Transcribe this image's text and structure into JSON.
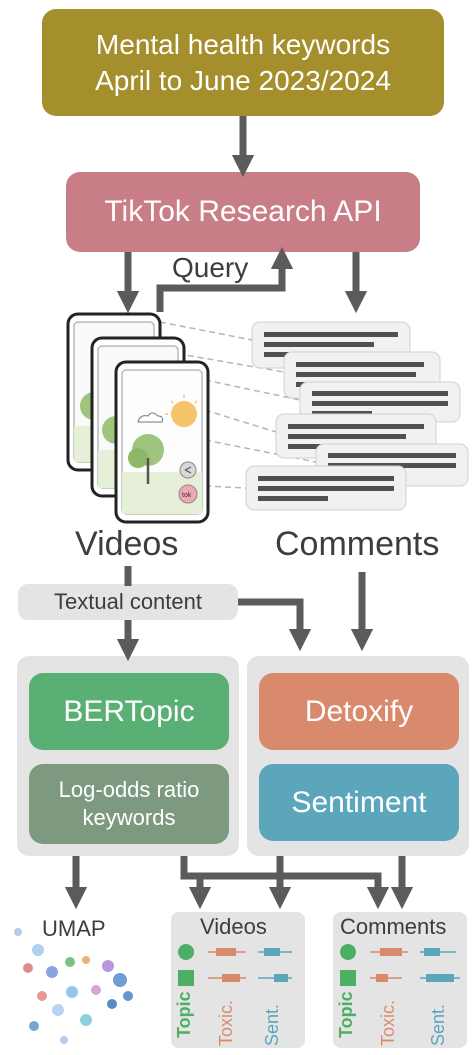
{
  "keywords_box": {
    "line1": "Mental health keywords",
    "line2": "April to June 2023/2024"
  },
  "api_box": {
    "label": "TikTok Research API"
  },
  "query_label": "Query",
  "videos_label": "Videos",
  "comments_label": "Comments",
  "textual_content_label": "Textual content",
  "bertopic_box": {
    "label": "BERTopic"
  },
  "logodds_box": {
    "line1": "Log-odds ratio",
    "line2": "keywords"
  },
  "detoxify_box": {
    "label": "Detoxify"
  },
  "sentiment_box": {
    "label": "Sentiment"
  },
  "umap_label": "UMAP",
  "videos_panel": {
    "title": "Videos",
    "col_topic": "Topic",
    "col_toxic": "Toxic.",
    "col_sent": "Sent."
  },
  "comments_panel": {
    "title": "Comments",
    "col_topic": "Topic",
    "col_toxic": "Toxic.",
    "col_sent": "Sent."
  },
  "colors": {
    "keywords": "#a48f2c",
    "api": "#c97d86",
    "bertopic": "#5aaf74",
    "logodds": "#7d9a80",
    "detoxify": "#d98a6c",
    "sentiment": "#5ba6bb",
    "arrow": "#5b5b5b",
    "panel": "#e4e4e4",
    "topic": "#4caf65",
    "toxic": "#d98a6c",
    "sent": "#5ba6bb"
  }
}
